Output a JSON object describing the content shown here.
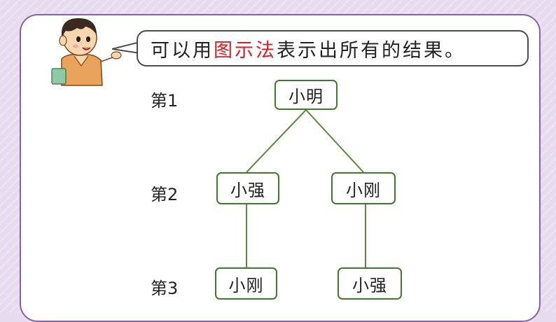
{
  "speech": {
    "before": "可以用",
    "highlight": "图示法",
    "after": "表示出所有的结果。"
  },
  "levels": [
    "第1",
    "第2",
    "第3"
  ],
  "tree": {
    "root": "小明",
    "left": {
      "label": "小强",
      "child": "小刚"
    },
    "right": {
      "label": "小刚",
      "child": "小强"
    }
  },
  "colors": {
    "accent": "#e11b22",
    "node_border": "#3f7a2a",
    "edge": "#5a8a3a",
    "frame": "#8a5fa8",
    "background": "#e7dcef"
  }
}
